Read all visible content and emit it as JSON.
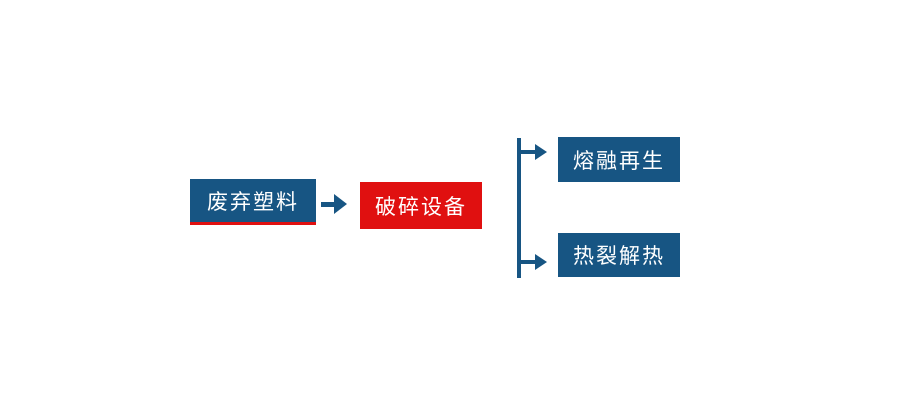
{
  "colors": {
    "blue": "#175583",
    "red": "#e01010",
    "background": "#ffffff",
    "text": "#ffffff"
  },
  "diagram": {
    "nodes": [
      {
        "id": "waste-plastic",
        "label": "废弃塑料",
        "fill": "blue",
        "underline": "#e01010"
      },
      {
        "id": "crushing-equipment",
        "label": "破碎设备",
        "fill": "red"
      },
      {
        "id": "melt-regeneration",
        "label": "熔融再生",
        "fill": "blue"
      },
      {
        "id": "pyrolysis-heat",
        "label": "热裂解热",
        "fill": "blue"
      }
    ],
    "connectors": [
      {
        "type": "arrow-right",
        "from": "waste-plastic",
        "to": "crushing-equipment"
      },
      {
        "type": "branch-line",
        "orientation": "vertical",
        "branches": [
          "melt-regeneration",
          "pyrolysis-heat"
        ]
      },
      {
        "type": "arrow-right",
        "from": "branch-line",
        "to": "melt-regeneration"
      },
      {
        "type": "arrow-right",
        "from": "branch-line",
        "to": "pyrolysis-heat"
      }
    ]
  }
}
